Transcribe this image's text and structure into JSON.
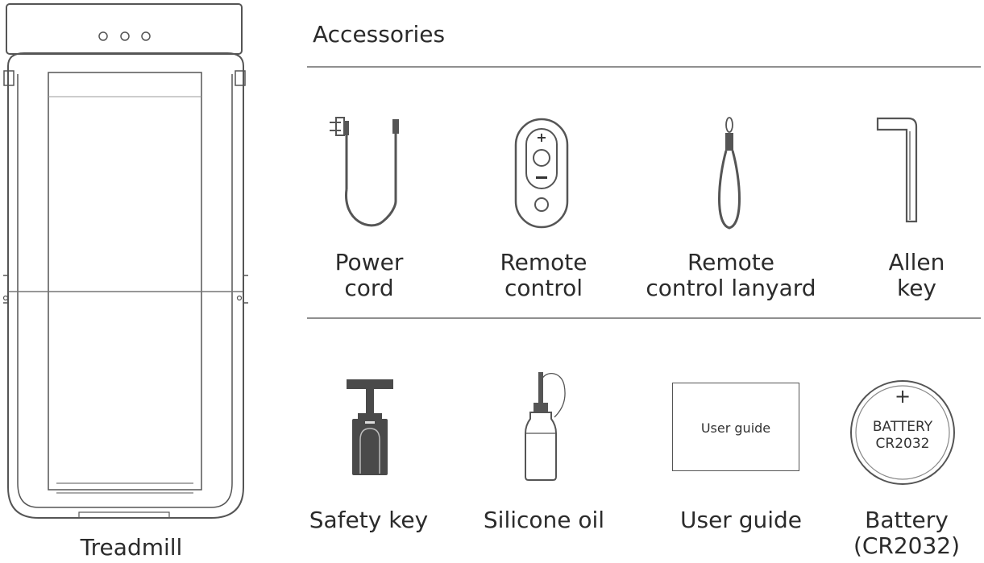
{
  "title": "Accessories",
  "treadmill": {
    "label": "Treadmill"
  },
  "items": [
    {
      "id": "power-cord",
      "label": [
        "Power",
        "cord"
      ]
    },
    {
      "id": "remote-control",
      "label": [
        "Remote",
        "control"
      ]
    },
    {
      "id": "remote-lanyard",
      "label": [
        "Remote",
        "control lanyard"
      ]
    },
    {
      "id": "allen-key",
      "label": [
        "Allen",
        "key"
      ]
    },
    {
      "id": "safety-key",
      "label": [
        "Safety key"
      ]
    },
    {
      "id": "silicone-oil",
      "label": [
        "Silicone oil"
      ]
    },
    {
      "id": "user-guide",
      "label": [
        "User guide"
      ]
    },
    {
      "id": "battery",
      "label": [
        "Battery",
        "(CR2032)"
      ]
    }
  ],
  "user_guide_cover": "User guide",
  "battery_face": {
    "plus": "+",
    "line1": "BATTERY",
    "line2": "CR2032"
  },
  "remote_buttons": {
    "plus": "+",
    "minus": "−"
  },
  "colors": {
    "line": "#555555",
    "fill_dark": "#4a4a4a",
    "rule": "#8f8f8f"
  }
}
